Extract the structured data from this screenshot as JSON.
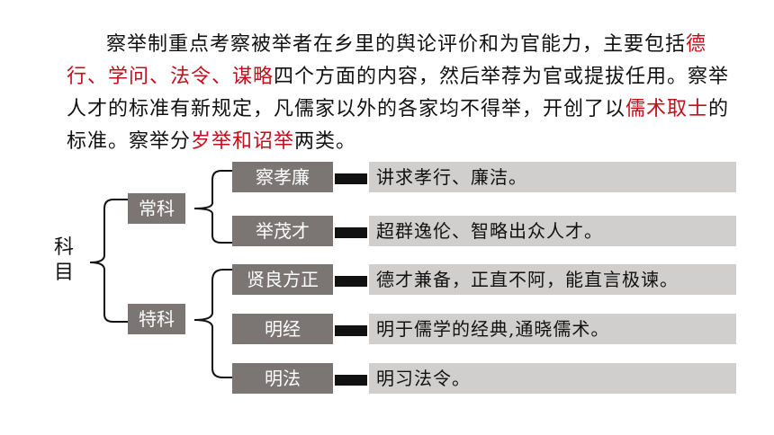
{
  "paragraph": {
    "t1": "察举制重点考察被举者在乡里的舆论评价和为官能力，主要包括",
    "h1": "德行、学问、法令、谋略",
    "t2": "四个方面的内容，然后举荐为官或提拔任用。察举人才的标准有新规定，凡儒家以外的各家均不得举，开创了以",
    "h2": "儒术取士",
    "t3": "的标准。察举分",
    "h3": "岁举和诏举",
    "t4": "两类。"
  },
  "tree": {
    "root": "科目",
    "categories": [
      {
        "label": "常科",
        "items": [
          {
            "name": "察孝廉",
            "desc": "讲求孝行、廉洁。"
          },
          {
            "name": "举茂才",
            "desc": "超群逸伦、智略出众人才。"
          }
        ]
      },
      {
        "label": "特科",
        "items": [
          {
            "name": "贤良方正",
            "desc": "德才兼备，正直不阿，能直言极谏。"
          },
          {
            "name": "明经",
            "desc": "明于儒学的经典,通晓儒术。"
          },
          {
            "name": "明法",
            "desc": "明习法令。"
          }
        ]
      }
    ]
  },
  "colors": {
    "highlight": "#c0101c",
    "box_dark": "#7b7574",
    "box_light": "#d1cfce"
  }
}
